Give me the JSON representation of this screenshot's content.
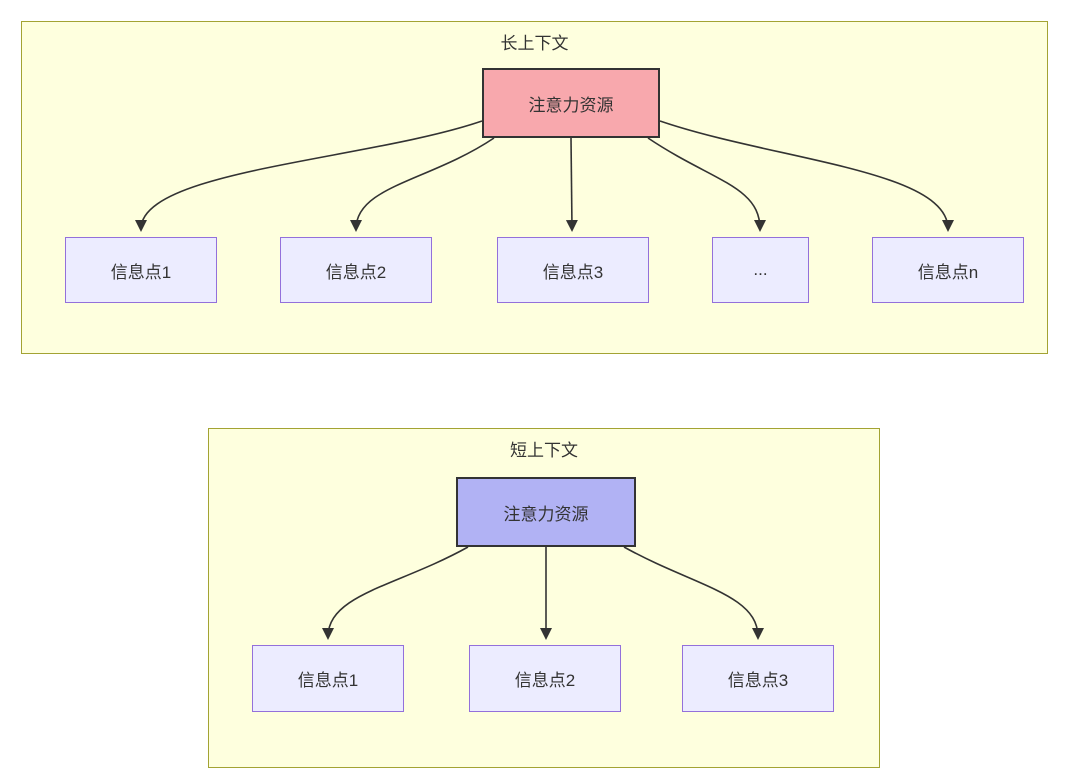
{
  "long_context": {
    "title": "长上下文",
    "attention_label": "注意力资源",
    "info_points": [
      "信息点1",
      "信息点2",
      "信息点3",
      "...",
      "信息点n"
    ]
  },
  "short_context": {
    "title": "短上下文",
    "attention_label": "注意力资源",
    "info_points": [
      "信息点1",
      "信息点2",
      "信息点3"
    ]
  },
  "colors": {
    "panel_bg": "#feffde",
    "panel_border": "#a3a333",
    "attention_long_fill": "#f8a8ad",
    "attention_short_fill": "#b1b2f4",
    "attention_border": "#333333",
    "info_fill": "#ececff",
    "info_border": "#9370db",
    "arrow_stroke": "#333333",
    "text": "#333333"
  }
}
